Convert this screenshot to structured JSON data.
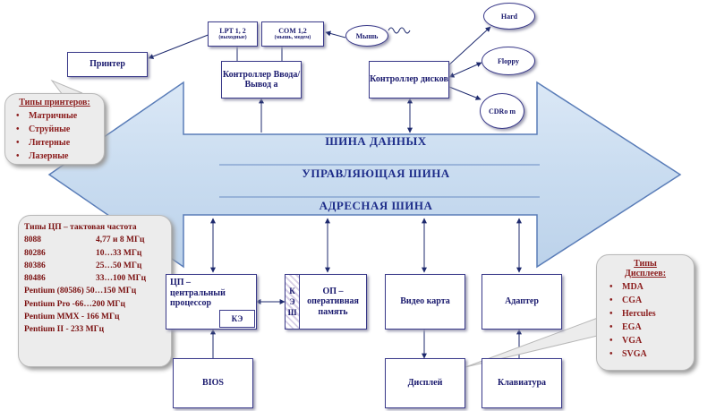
{
  "buses": {
    "data": "ШИНА ДАННЫХ",
    "control": "УПРАВЛЯЮЩАЯ ШИНА",
    "address": "АДРЕСНАЯ ШИНА"
  },
  "top": {
    "lpt_label": "LPT 1, 2",
    "lpt_sub": "(выходные)",
    "com_label": "COM 1,2",
    "com_sub": "(мышь, модем)",
    "mouse": "Мышь",
    "io_controller": "Контроллер Ввода/Вывод а",
    "printer": "Принтер",
    "disk_controller": "Контроллер дисков",
    "hard": "Hard",
    "floppy": "Floppy",
    "cdrom": "CDRo m"
  },
  "printer_types": {
    "title": "Типы принтеров:",
    "items": [
      "Матричные",
      "Струйные",
      "Литерные",
      "Лазерные"
    ]
  },
  "cpu_types": {
    "title": "Типы ЦП – тактовая частота",
    "rows": [
      {
        "name": "8088",
        "freq": "4,77 и 8 МГц"
      },
      {
        "name": "80286",
        "freq": "10…33 МГц"
      },
      {
        "name": "80386",
        "freq": "25…50 МГц"
      },
      {
        "name": "80486",
        "freq": "33…100 МГц"
      }
    ],
    "extra": [
      "Pentium (80586) 50…150 МГц",
      "Pentium Pro -66…200 МГц",
      "Pentium MMX - 166 МГц",
      "Pentium II - 233 МГц"
    ]
  },
  "bottom": {
    "cpu": "ЦП – центральный процессор",
    "cache_small": "КЭ",
    "cache_vertical": "К Э Ш",
    "ram": "ОП – оперативная память",
    "video": "Видео карта",
    "adapter": "Адаптер",
    "bios": "BIOS",
    "display": "Дисплей",
    "keyboard": "Клавиатура"
  },
  "display_types": {
    "title": "Типы Дисплеев:",
    "items": [
      "MDA",
      "CGA",
      "Hercules",
      "EGA",
      "VGA",
      "SVGA"
    ]
  }
}
